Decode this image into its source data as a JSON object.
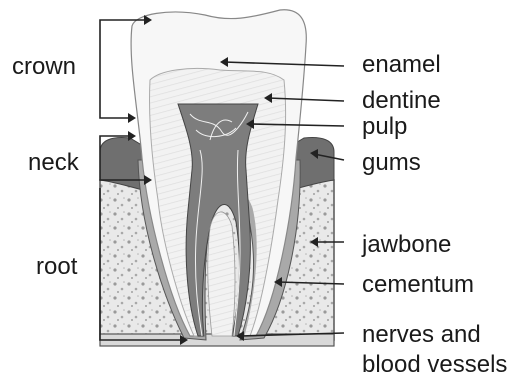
{
  "diagram": {
    "left_labels": {
      "crown": "crown",
      "neck": "neck",
      "root": "root"
    },
    "right_labels": {
      "enamel": "enamel",
      "dentine": "dentine",
      "pulp": "pulp",
      "gums": "gums",
      "jawbone": "jawbone",
      "cementum": "cementum",
      "nerves_line1": "nerves and",
      "nerves_line2": "blood vessels"
    }
  }
}
